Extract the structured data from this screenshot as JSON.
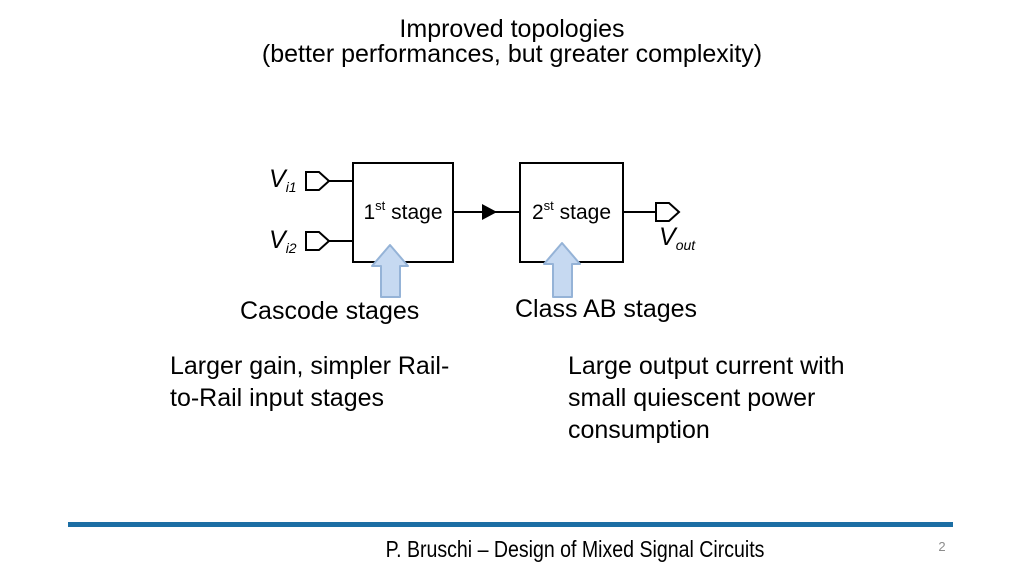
{
  "slide": {
    "title_line1": "Improved topologies",
    "title_line2": "(better performances, but greater complexity)",
    "diagram": {
      "inputs": [
        {
          "base": "V",
          "sub": "i1"
        },
        {
          "base": "V",
          "sub": "i2"
        }
      ],
      "output": {
        "base": "V",
        "sub": "out"
      },
      "stages": [
        {
          "num": "1",
          "sup": "st",
          "rest": " stage"
        },
        {
          "num": "2",
          "sup": "st",
          "rest": " stage"
        }
      ],
      "arrow_fill": "#c6d9f1",
      "arrow_stroke": "#95b3d7"
    },
    "captions": [
      {
        "text": "Cascode stages"
      },
      {
        "text": "Class AB stages"
      }
    ],
    "notes": [
      {
        "text": "Larger gain, simpler Rail-\nto-Rail input stages"
      },
      {
        "text": "Large output current with\nsmall quiescent power\nconsumption"
      }
    ],
    "footer": {
      "text": "P. Bruschi – Design of Mixed Signal Circuits",
      "page": "2",
      "rule_color": "#1c6ea4"
    }
  }
}
